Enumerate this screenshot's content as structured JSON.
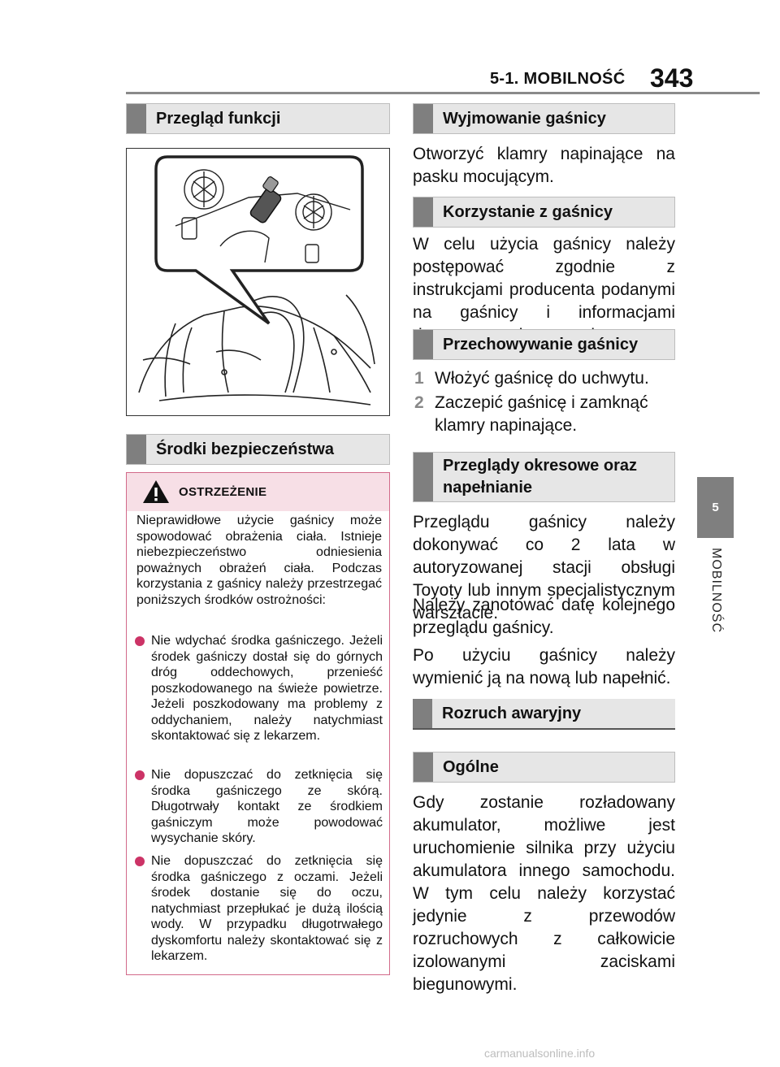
{
  "header": {
    "section": "5-1. MOBILNOŚĆ",
    "page": "343"
  },
  "side_tab": {
    "number": "5",
    "label": "MOBILNOŚĆ"
  },
  "left": {
    "sec_overview": "Przegląd funkcji",
    "sec_safety": "Środki bezpieczeństwa",
    "warning": {
      "title": "OSTRZEŻENIE",
      "intro": "Nieprawidłowe użycie gaśnicy może spowodować obrażenia ciała. Istnieje niebezpieczeństwo odniesienia poważnych obrażeń ciała. Podczas korzystania z gaśnicy należy przestrzegać poniższych środków ostrożności:",
      "bullets": [
        "Nie wdychać środka gaśniczego. Jeżeli środek gaśniczy dostał się do górnych dróg oddechowych, przenieść poszkodowanego na świeże powietrze. Jeżeli poszkodowany ma problemy z oddychaniem, należy natychmiast skontaktować się z lekarzem.",
        "Nie dopuszczać do zetknięcia się środka gaśniczego ze skórą. Długotrwały kontakt ze środkiem gaśniczym może powodować wysychanie skóry.",
        "Nie dopuszczać do zetknięcia się środka gaśniczego z oczami. Jeżeli środek dostanie się do oczu, natychmiast przepłukać je dużą ilością wody. W przypadku długotrwałego dyskomfortu należy skontaktować się z lekarzem."
      ]
    }
  },
  "right": {
    "sec_remove": "Wyjmowanie gaśnicy",
    "remove_text": "Otworzyć klamry napinające na pasku mocującym.",
    "sec_use": "Korzystanie z gaśnicy",
    "use_text": "W celu użycia gaśnicy należy postępować zgodnie z instrukcjami producenta podanymi na gaśnicy i informacjami dostarczonymi wraz z nią.",
    "sec_storage": "Przechowywanie gaśnicy",
    "steps": [
      {
        "n": "1",
        "text": "Włożyć gaśnicę do uchwytu."
      },
      {
        "n": "2",
        "text": "Zaczepić gaśnicę i zamknąć klamry napinające."
      }
    ],
    "sec_inspection": "Przeglądy okresowe oraz napełnianie",
    "insp_p1": "Przeglądu gaśnicy należy dokonywać co 2 lata w autoryzowanej stacji obsługi Toyoty lub innym specjalistycznym warsztacie.",
    "insp_p2": "Należy zanotować datę kolejnego przeglądu gaśnicy.",
    "insp_p3": "Po użyciu gaśnicy należy wymienić ją na nową lub napełnić.",
    "sec_jump": "Rozruch awaryjny",
    "sec_general": "Ogólne",
    "general_text": "Gdy zostanie rozładowany akumulator, możliwe jest uruchomienie silnika przy użyciu akumulatora innego samochodu. W tym celu należy korzystać jedynie z przewodów rozruchowych z całkowicie izolowanymi zaciskami biegunowymi."
  },
  "footer": "carmanualsonline.info"
}
